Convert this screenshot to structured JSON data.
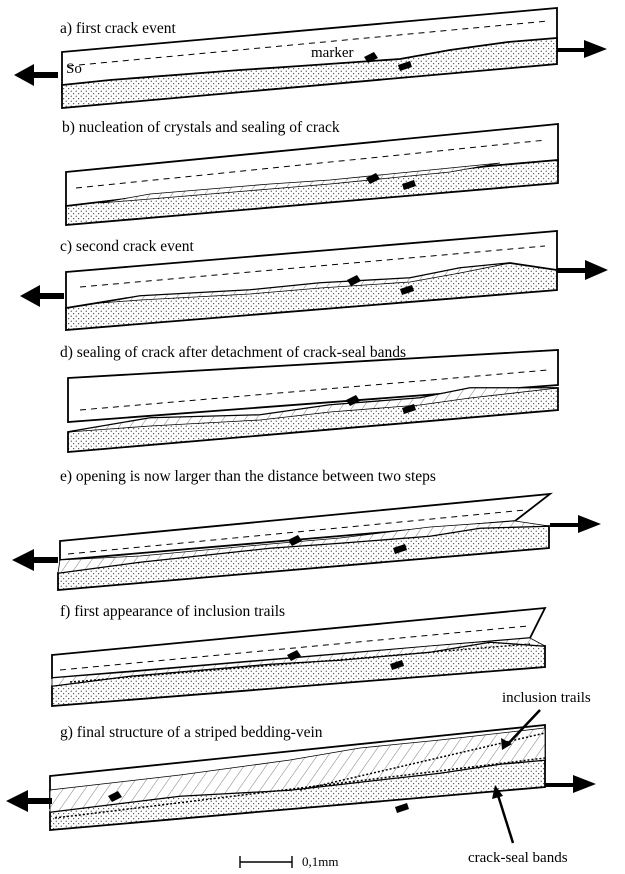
{
  "panels": [
    {
      "caption": "a) first crack event"
    },
    {
      "caption": "b) nucleation of crystals and sealing of crack"
    },
    {
      "caption": "c) second crack event"
    },
    {
      "caption": "d) sealing of crack after detachment of crack-seal bands"
    },
    {
      "caption": "e) opening is now larger than the distance between two steps"
    },
    {
      "caption": "f) first appearance of inclusion trails"
    },
    {
      "caption": "g)  final structure of a striped bedding-vein"
    }
  ],
  "labels": {
    "so": "So",
    "marker": "marker",
    "inclusion_trails": "inclusion trails",
    "crack_seal_bands": "crack-seal bands"
  },
  "scale_bar": {
    "label": "0,1mm"
  },
  "colors": {
    "ink": "#000000",
    "stipple": "#000000",
    "paper": "#ffffff"
  }
}
